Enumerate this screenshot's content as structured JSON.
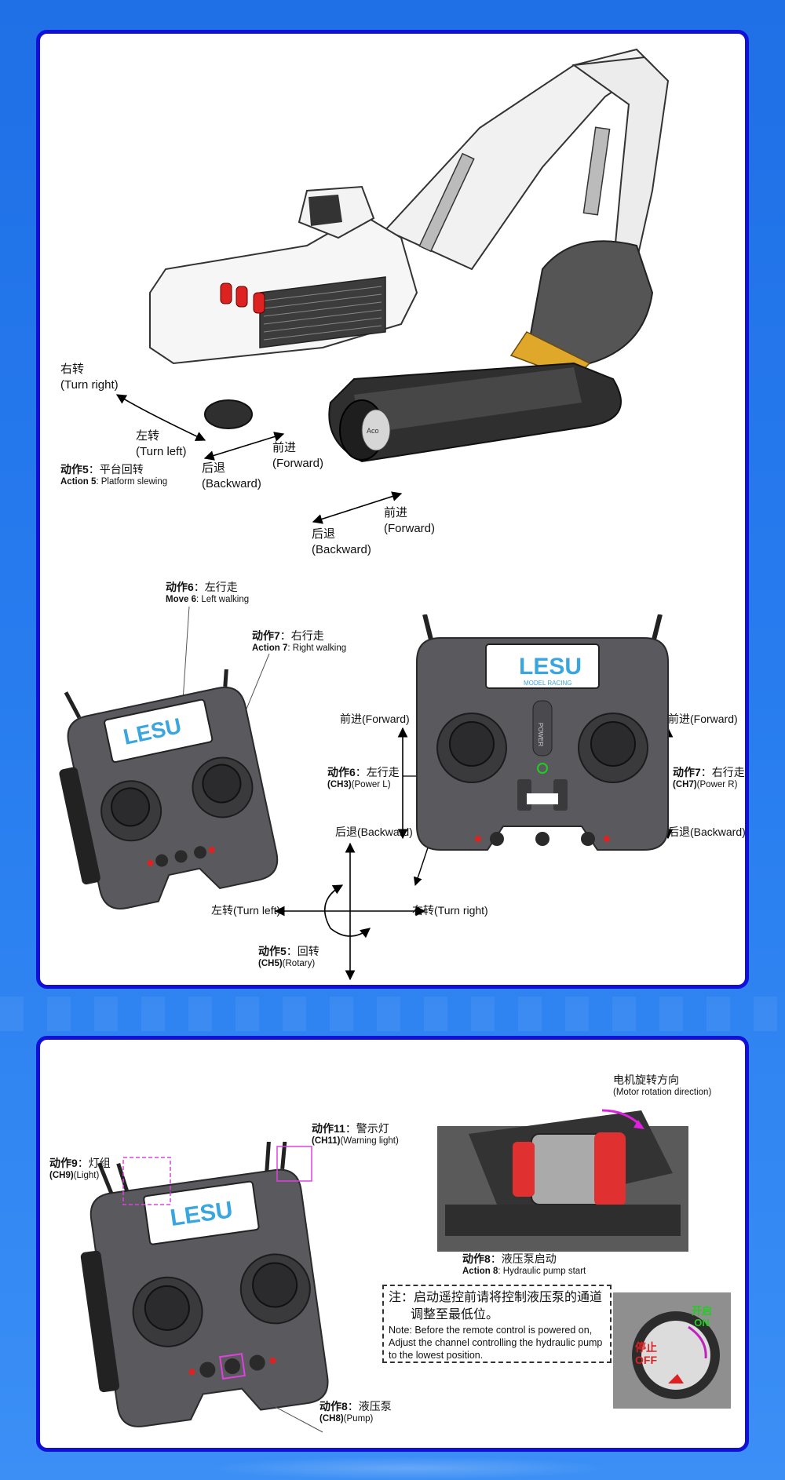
{
  "brand": {
    "name": "LESU",
    "sub": "MODEL RACING",
    "accent": "#1010d8",
    "logo_blue": "#3aa6e0"
  },
  "excavator_section": {
    "turn_right": {
      "zh": "右转",
      "en": "(Turn right)"
    },
    "turn_left": {
      "zh": "左转",
      "en": "(Turn left)"
    },
    "action5": {
      "prefix": "动作5",
      "zh": "：平台回转",
      "en_prefix": "Action 5",
      "en": ": Platform slewing"
    },
    "backward_upper": {
      "zh": "后退",
      "en": "(Backward)"
    },
    "forward_upper": {
      "zh": "前进",
      "en": "(Forward)"
    },
    "backward_lower": {
      "zh": "后退",
      "en": "(Backward)"
    },
    "forward_lower": {
      "zh": "前进",
      "en": "(Forward)"
    },
    "track_badge": "Aco"
  },
  "walking_section": {
    "move6": {
      "prefix": "动作6",
      "zh": "：左行走",
      "en_prefix": "Move 6",
      "en": ": Left walking"
    },
    "action7": {
      "prefix": "动作7",
      "zh": "：右行走",
      "en_prefix": "Action 7",
      "en": ": Right walking"
    },
    "forward_left": "前进(Forward)",
    "forward_right": "前进(Forward)",
    "backward_left": "后退(Backward)",
    "backward_right": "后退(Backward)",
    "ch3": {
      "prefix": "动作6",
      "zh": "：左行走",
      "ch": "(CH3)",
      "en": "(Power L)"
    },
    "ch7": {
      "prefix": "动作7",
      "zh": "：右行走",
      "ch": "(CH7)",
      "en": "(Power R)"
    },
    "turn_left": "左转(Turn left)",
    "turn_right": "右转(Turn right)",
    "ch5": {
      "prefix": "动作5",
      "zh": "：回转",
      "ch": "(CH5)",
      "en": "(Rotary)"
    },
    "power_label": "POWER"
  },
  "lights_section": {
    "action11": {
      "prefix": "动作11",
      "zh": "：警示灯",
      "ch": "(CH11)",
      "en": "(Warning light)"
    },
    "action9": {
      "prefix": "动作9",
      "zh": "：灯组",
      "ch": "(CH9)",
      "en": "(Light)"
    },
    "action8_pump": {
      "prefix": "动作8",
      "zh": "：液压泵",
      "ch": "(CH8)",
      "en": "(Pump)"
    },
    "motor": {
      "zh": "电机旋转方向",
      "en": "(Motor rotation direction)"
    },
    "action8_start": {
      "prefix": "动作8",
      "zh": "：液压泵启动",
      "en_prefix": "Action 8",
      "en": ": Hydraulic pump start"
    },
    "note": {
      "zh1": "注：启动遥控前请将控制液压泵的通道",
      "zh2": "调整至最低位。",
      "en1": "Note: Before the remote control is powered on,",
      "en2": "Adjust the channel controlling the hydraulic pump",
      "en3": "to the lowest position."
    },
    "knob": {
      "on_zh": "开启",
      "on_en": "ON",
      "off_zh": "停止",
      "off_en": "OFF",
      "on_color": "#22cc22",
      "off_color": "#e02020"
    }
  }
}
